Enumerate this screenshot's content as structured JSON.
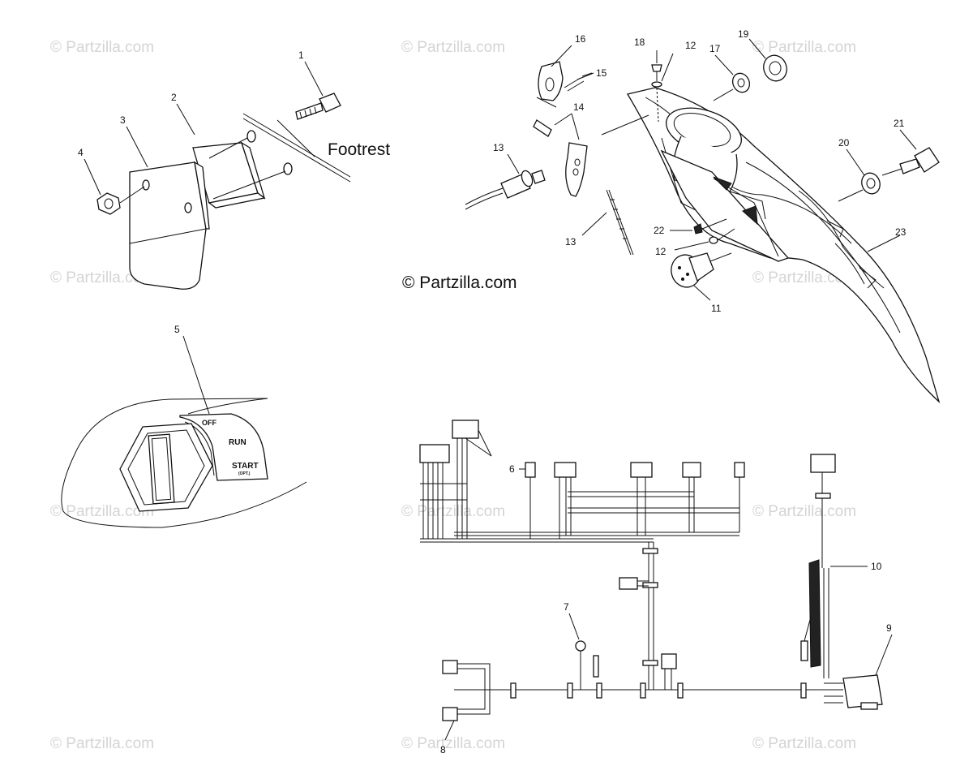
{
  "watermarks": [
    "© Partzilla.com",
    "© Partzilla.com",
    "© Partzilla.com",
    "© Partzilla.com",
    "© Partzilla.com",
    "© Partzilla.com",
    "© Partzilla.com",
    "© Partzilla.com",
    "© Partzilla.com",
    "© Partzilla.com",
    "© Partzilla.com"
  ],
  "center_watermark": "© Partzilla.com",
  "footrest_label": "Footrest",
  "switch_labels": {
    "off": "OFF",
    "run": "RUN",
    "start": "START",
    "opt": "(OPT.)"
  },
  "callouts": [
    "1",
    "2",
    "3",
    "4",
    "5",
    "6",
    "7",
    "8",
    "9",
    "10",
    "11",
    "12",
    "12",
    "13",
    "13",
    "14",
    "15",
    "16",
    "17",
    "18",
    "19",
    "20",
    "21",
    "22",
    "23"
  ]
}
